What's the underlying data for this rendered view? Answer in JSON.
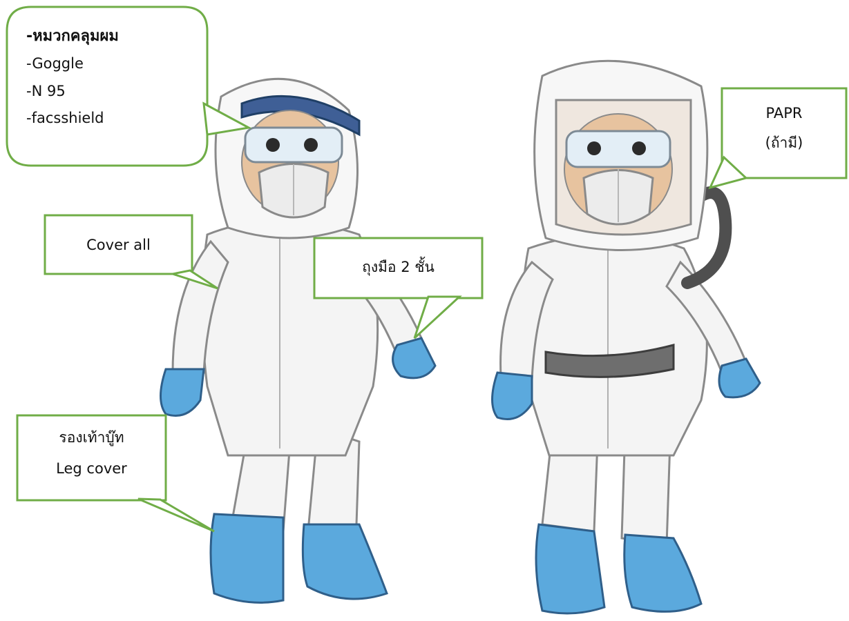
{
  "callouts": {
    "head_ppe": {
      "lines": [
        "-หมวกคลุมผม",
        "-Goggle",
        "-N 95",
        "-facsshield"
      ]
    },
    "papr": {
      "lines": [
        "PAPR",
        "(ถ้ามี)"
      ]
    },
    "cover_all": {
      "text": "Cover all"
    },
    "gloves": {
      "text": "ถุงมือ 2 ชั้น"
    },
    "boots": {
      "lines": [
        "รองเท้าบู๊ท",
        "Leg cover"
      ]
    }
  },
  "colors": {
    "callout_border": "#70ad47",
    "suit_fill": "#f4f4f4",
    "suit_stroke": "#8a8a8a",
    "glove_blue": "#5ba9dd",
    "boot_blue": "#5ba9dd",
    "belt_gray": "#6e6e6e",
    "hose_gray": "#4f4f4f",
    "visor_blue": "#3f5f96",
    "skin": "#e7c39f",
    "mask": "#ececec"
  },
  "icons": {
    "left_figure": "ppe-worker-n95-icon",
    "right_figure": "ppe-worker-papr-icon"
  }
}
